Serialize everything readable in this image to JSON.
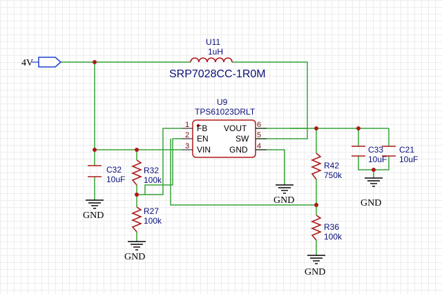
{
  "port": {
    "label": "4V"
  },
  "inductor": {
    "ref": "U11",
    "value": "1uH",
    "part": "SRP7028CC-1R0M"
  },
  "ic": {
    "ref": "U9",
    "part": "TPS61023DRLT",
    "pins": {
      "fb": {
        "num": "1",
        "name": "FB"
      },
      "en": {
        "num": "2",
        "name": "EN"
      },
      "vin": {
        "num": "3",
        "name": "VIN"
      },
      "vout": {
        "num": "6",
        "name": "VOUT"
      },
      "sw": {
        "num": "5",
        "name": "SW"
      },
      "gnd": {
        "num": "4",
        "name": "GND"
      }
    }
  },
  "c32": {
    "ref": "C32",
    "value": "10uF"
  },
  "r32": {
    "ref": "R32",
    "value": "100k"
  },
  "r27": {
    "ref": "R27",
    "value": "100k"
  },
  "r42": {
    "ref": "R42",
    "value": "750k"
  },
  "r36": {
    "ref": "R36",
    "value": "100k"
  },
  "c33": {
    "ref": "C33",
    "value": "10uF"
  },
  "c21": {
    "ref": "C21",
    "value": "10uF"
  },
  "ground": {
    "label": "GND"
  }
}
